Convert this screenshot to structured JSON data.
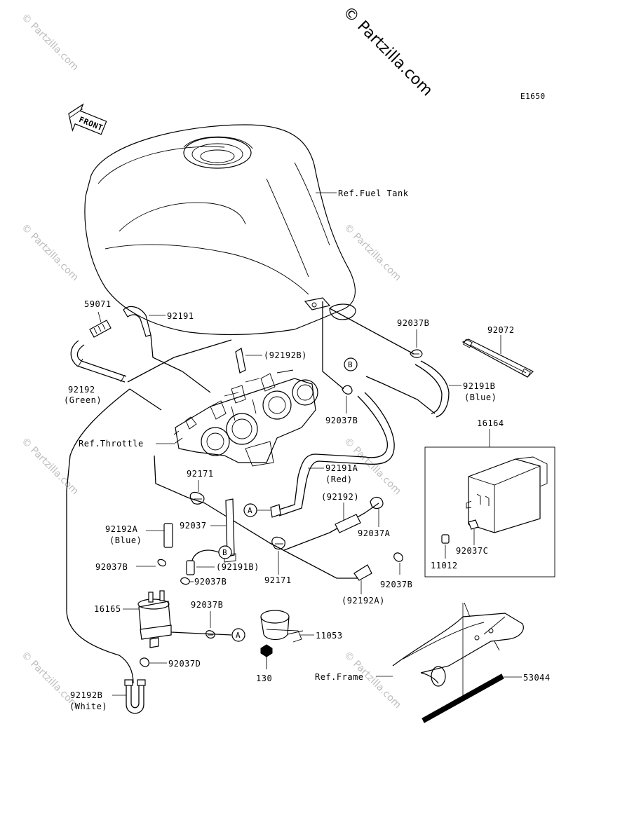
{
  "watermark": {
    "main": "© Partzilla.com",
    "tile": "© Partzilla.com"
  },
  "diagram_code": "E1650",
  "front_arrow": "FRONT",
  "labels": {
    "ref_fuel_tank": "Ref.Fuel Tank",
    "ref_throttle": "Ref.Throttle",
    "ref_frame": "Ref.Frame",
    "p59071": "59071",
    "p92191": "92191",
    "p92192b_paren": "(92192B)",
    "p92192": "92192",
    "p92192_green": "(Green)",
    "p92037b_top": "92037B",
    "p92072": "92072",
    "p92191b": "92191B",
    "p92191b_blue": "(Blue)",
    "p92037b_mid": "92037B",
    "p16164": "16164",
    "p92171_top": "92171",
    "p92191a": "92191A",
    "p92191a_red": "(Red)",
    "p92192_paren": "(92192)",
    "p92192a": "92192A",
    "p92192a_blue": "(Blue)",
    "p92037": "92037",
    "p92037a": "92037A",
    "p92037c": "92037C",
    "p11012": "11012",
    "p92037b_left": "92037B",
    "p92191b_paren": "(92191B)",
    "p92171_bottom": "92171",
    "p92037b_right": "92037B",
    "p92037b_center": "92037B",
    "p92192a_paren": "(92192A)",
    "p16165": "16165",
    "p92037b_lower": "92037B",
    "p11053": "11053",
    "p130": "130",
    "p92037d": "92037D",
    "p53044": "53044",
    "p92192b": "92192B",
    "p92192b_white": "(White)"
  },
  "connectors": {
    "a": "A",
    "b": "B"
  }
}
